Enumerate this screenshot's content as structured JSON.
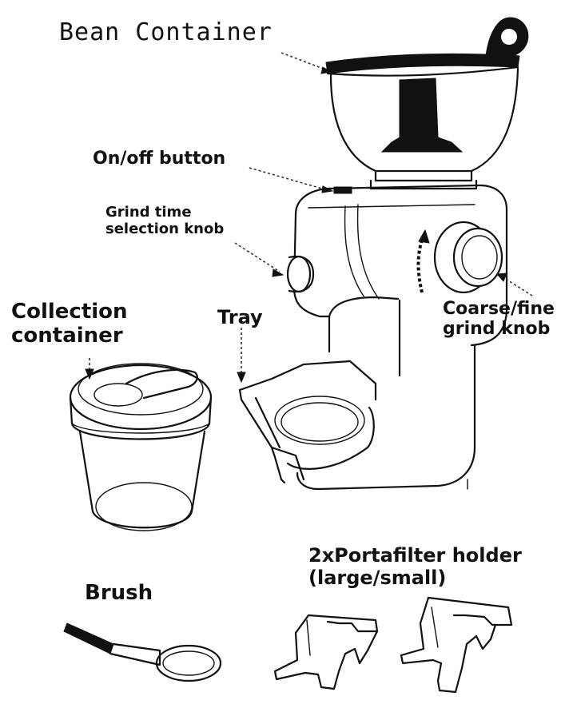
{
  "labels": {
    "bean_container": "Bean Container",
    "on_off_button": "On/off button",
    "grind_time_line1": "Grind time",
    "grind_time_line2": "selection knob",
    "collection_line1": "Collection",
    "collection_line2": "container",
    "tray": "Tray",
    "coarse_fine_line1": "Coarse/fine",
    "coarse_fine_line2": "grind knob",
    "portafilter_line1": "2xPortafilter holder",
    "portafilter_line2": "(large/small)",
    "brush": "Brush"
  }
}
